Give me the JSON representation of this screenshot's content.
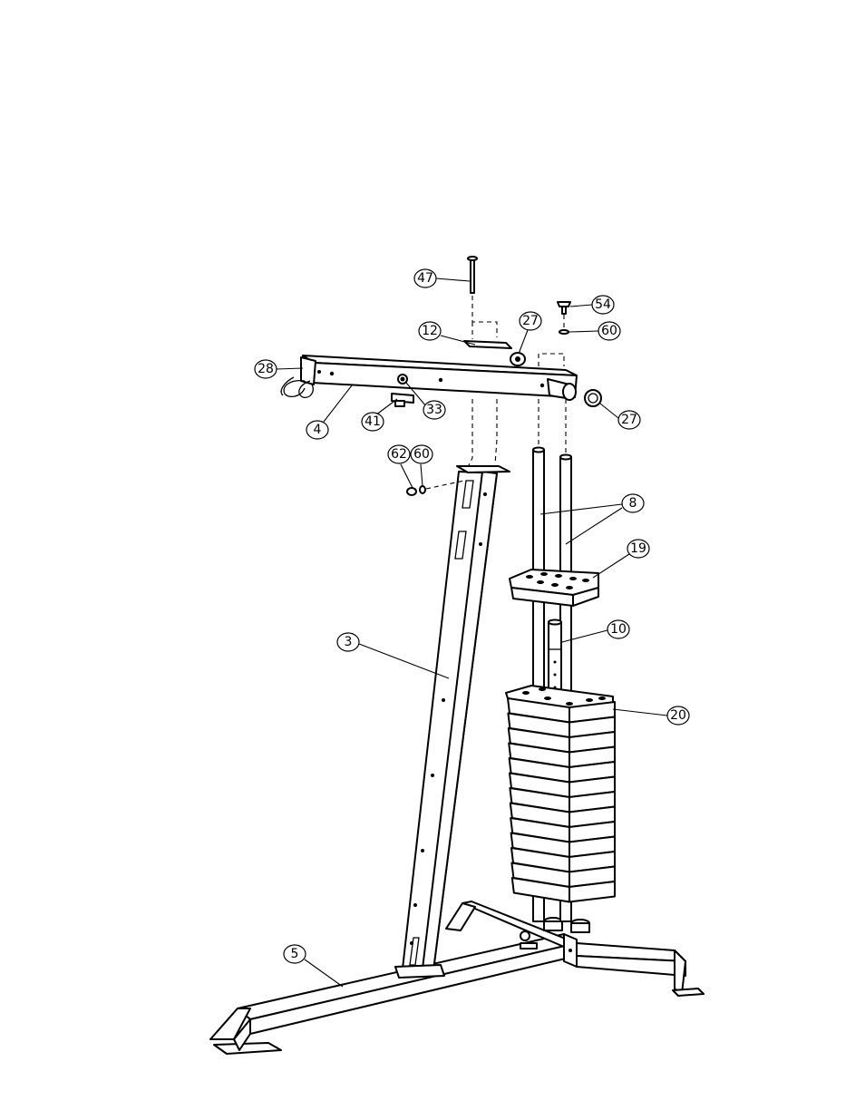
{
  "callouts": [
    {
      "id": "c47",
      "label": "47"
    },
    {
      "id": "c54",
      "label": "54"
    },
    {
      "id": "c12",
      "label": "12"
    },
    {
      "id": "c27a",
      "label": "27"
    },
    {
      "id": "c60a",
      "label": "60"
    },
    {
      "id": "c28",
      "label": "28"
    },
    {
      "id": "c33",
      "label": "33"
    },
    {
      "id": "c27b",
      "label": "27"
    },
    {
      "id": "c41",
      "label": "41"
    },
    {
      "id": "c4",
      "label": "4"
    },
    {
      "id": "c62",
      "label": "62"
    },
    {
      "id": "c60b",
      "label": "60"
    },
    {
      "id": "c8",
      "label": "8"
    },
    {
      "id": "c19",
      "label": "19"
    },
    {
      "id": "c10",
      "label": "10"
    },
    {
      "id": "c3",
      "label": "3"
    },
    {
      "id": "c20",
      "label": "20"
    },
    {
      "id": "c5",
      "label": "5"
    }
  ],
  "weight_stack": {
    "plates": 13
  }
}
